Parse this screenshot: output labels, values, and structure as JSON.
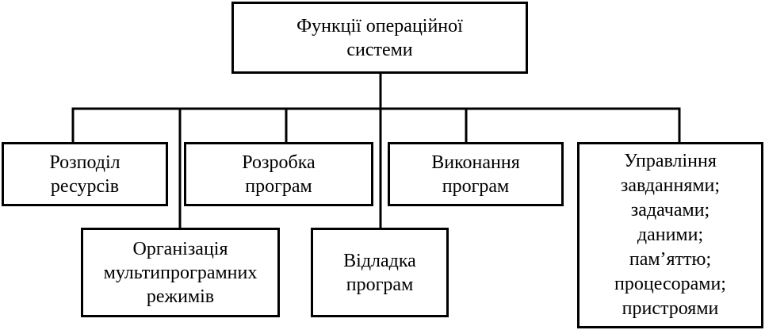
{
  "diagram": {
    "root": {
      "lines": [
        "Функції операційної",
        "системи"
      ]
    },
    "children": [
      {
        "key": "res",
        "lines": [
          "Розподіл",
          "ресурсів"
        ]
      },
      {
        "key": "dev",
        "lines": [
          "Розробка",
          "програм"
        ]
      },
      {
        "key": "exec",
        "lines": [
          "Виконання",
          "програм"
        ]
      },
      {
        "key": "mgmt",
        "lines": [
          "Управління",
          "завданнями;",
          "задачами;",
          "даними;",
          "пам’яттю;",
          "процесорами;",
          "пристроями"
        ]
      },
      {
        "key": "multi",
        "lines": [
          "Організація",
          "мультипрограмних",
          "режимів"
        ]
      },
      {
        "key": "debug",
        "lines": [
          "Відладка",
          "програм"
        ]
      }
    ],
    "colors": {
      "stroke": "#000000",
      "background": "#ffffff"
    }
  }
}
